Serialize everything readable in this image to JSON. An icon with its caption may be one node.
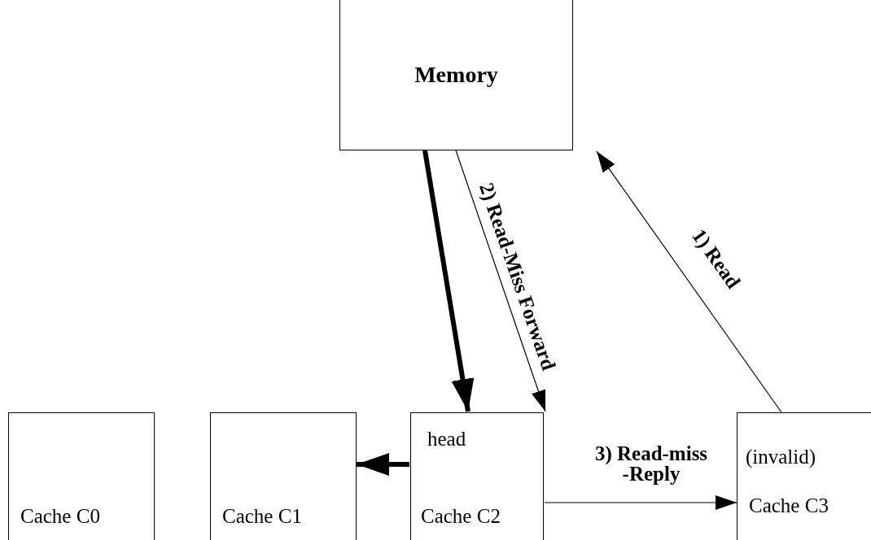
{
  "diagram": {
    "nodes": [
      {
        "text": [
          "Memory"
        ]
      },
      {
        "text": [
          "Cache C0"
        ]
      },
      {
        "text": [
          "Cache C1"
        ]
      },
      {
        "text": [
          "head",
          "Cache C2"
        ]
      },
      {
        "text": [
          "(invalid)",
          "Cache C3"
        ]
      }
    ],
    "edges": [
      {
        "from": 4,
        "to": 0,
        "arrow": "to",
        "label": "1) Read"
      },
      {
        "from": 0,
        "to": 3,
        "arrow": "to",
        "label": "2) Read-Miss Forward"
      },
      {
        "from": 0,
        "to": 3,
        "arrow": "to",
        "style": "thick"
      },
      {
        "from": 3,
        "to": 2,
        "arrow": "to",
        "style": "thick"
      },
      {
        "from": 3,
        "to": 4,
        "arrow": "to",
        "label": "3) Read-miss -Reply"
      }
    ]
  }
}
